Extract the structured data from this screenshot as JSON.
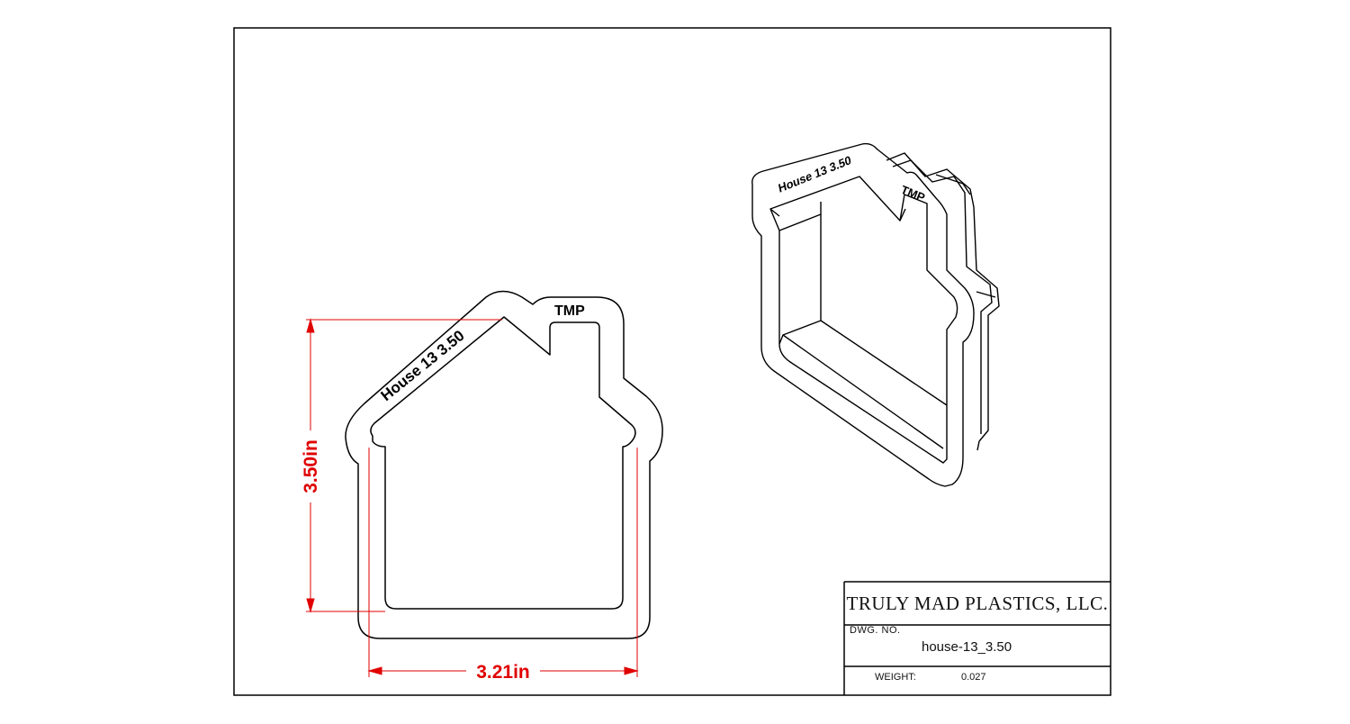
{
  "titleblock": {
    "company": "TRULY MAD PLASTICS, LLC.",
    "dwg_no_label": "DWG. NO.",
    "dwg_no_value": "house-13_3.50",
    "weight_label": "WEIGHT:",
    "weight_value": "0.027"
  },
  "part": {
    "engraving_name": "House 13  3.50",
    "engraving_name_iso": "House 13  3.50",
    "logo_text": "TMP"
  },
  "dimensions": {
    "height": "3.50in",
    "width": "3.21in"
  },
  "colors": {
    "line": "#000000",
    "dimension": "#e00000"
  }
}
